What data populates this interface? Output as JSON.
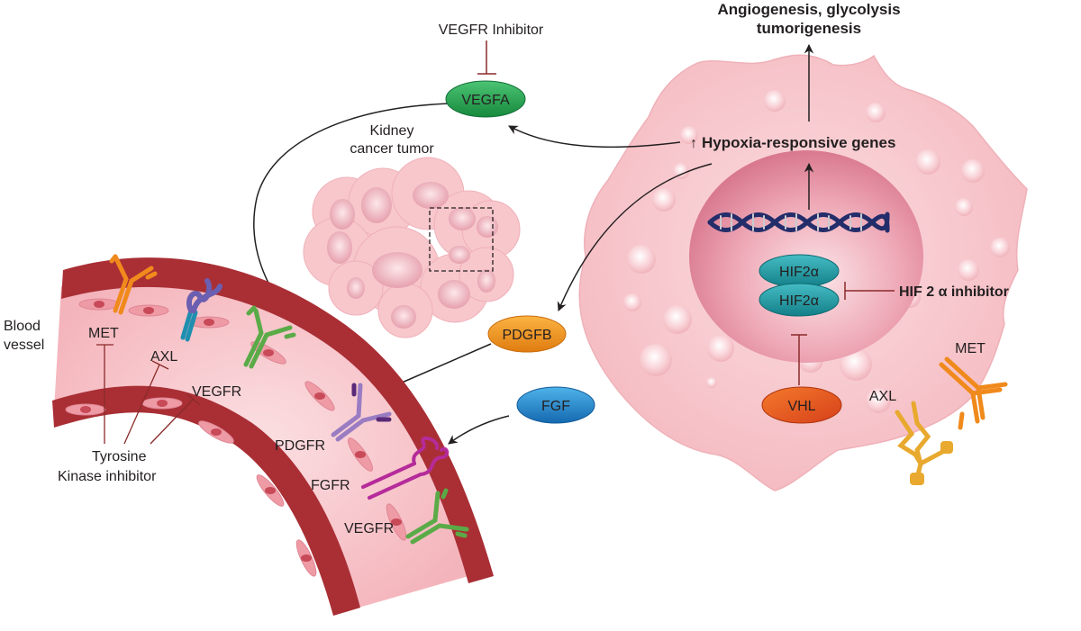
{
  "labels": {
    "vegfr_inhibitor": "VEGFR Inhibitor",
    "vegfa": "VEGFA",
    "kidney_tumor_line1": "Kidney",
    "kidney_tumor_line2": "cancer tumor",
    "outcome_line1": "Angiogenesis, glycolysis",
    "outcome_line2": "tumorigenesis",
    "hypoxia_arrow": "↑",
    "hypoxia_genes": "Hypoxia-responsive genes",
    "hif2a_top": "HIF2α",
    "hif2a_bottom": "HIF2α",
    "hif2a_inhibitor": "HIF 2 α inhibitor",
    "vhl": "VHL",
    "met_cell": "MET",
    "axl_cell": "AXL",
    "pdgfb": "PDGFB",
    "fgf": "FGF",
    "blood_vessel_line1": "Blood",
    "blood_vessel_line2": "vessel",
    "met_vessel": "MET",
    "axl_vessel": "AXL",
    "vegfr_vessel_inner": "VEGFR",
    "tki_line1": "Tyrosine",
    "tki_line2": "Kinase inhibitor",
    "pdgfr": "PDGFR",
    "fgfr": "FGFR",
    "vegfr_vessel_lower": "VEGFR"
  },
  "colors": {
    "vegfa": "#1fa84f",
    "pdgfb": "#f39a1e",
    "fgf": "#1f8fd6",
    "hif2a": "#1e9aa3",
    "vhl": "#ea5a1f",
    "inhibitor_line": "#8b2a2a",
    "vessel_wall": "#a92f35",
    "vessel_lumen": "#f8c9cd",
    "cell_body": "#f7c6cb",
    "nucleus": "#e58c9e",
    "dna": "#232d6a",
    "met": "#f08a1c",
    "axl": "#e8a92e",
    "vegfr": "#5aab47",
    "pdgfr": "#9a7cc2",
    "fgfr": "#b52b9a",
    "axl_vessel": "#1f8fb0"
  }
}
